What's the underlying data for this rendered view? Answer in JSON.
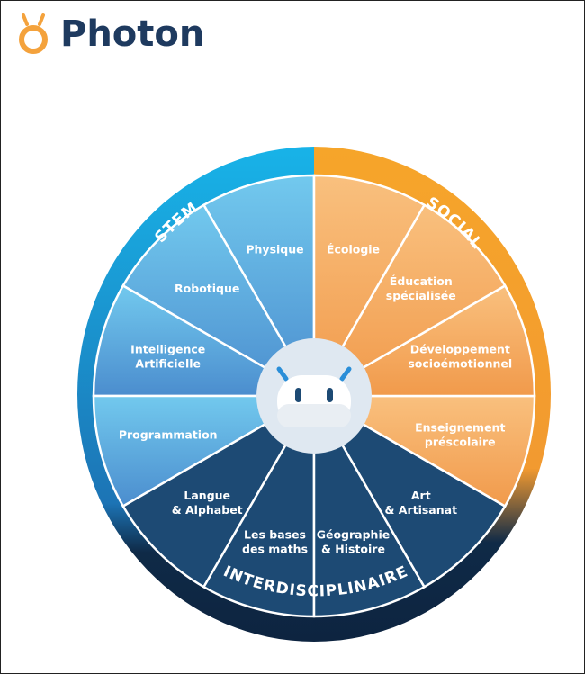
{
  "brand": {
    "name": "Photon",
    "accent": "#f4a23c",
    "dark": "#1e3a5f"
  },
  "ring_labels": {
    "left": "STEM",
    "right": "SOCIAL",
    "bottom": "INTERDISCIPLINAIRE"
  },
  "segments": [
    {
      "lines": [
        "Physique"
      ],
      "group": "stem"
    },
    {
      "lines": [
        "Robotique"
      ],
      "group": "stem"
    },
    {
      "lines": [
        "Intelligence",
        "Artificielle"
      ],
      "group": "stem"
    },
    {
      "lines": [
        "Programmation"
      ],
      "group": "stem"
    },
    {
      "lines": [
        "Langue",
        "& Alphabet"
      ],
      "group": "inter"
    },
    {
      "lines": [
        "Les bases",
        "des maths"
      ],
      "group": "inter"
    },
    {
      "lines": [
        "Géographie",
        "& Histoire"
      ],
      "group": "inter"
    },
    {
      "lines": [
        "Art",
        "& Artisanat"
      ],
      "group": "inter"
    },
    {
      "lines": [
        "Enseignement",
        "préscolaire"
      ],
      "group": "social"
    },
    {
      "lines": [
        "Développement",
        "socioémotionnel"
      ],
      "group": "social"
    },
    {
      "lines": [
        "Éducation",
        "spécialisée"
      ],
      "group": "social"
    },
    {
      "lines": [
        "Écologie"
      ],
      "group": "social"
    }
  ],
  "colors": {
    "stem_light": "#6cc6ec",
    "stem_dark": "#4a8fd0",
    "social_light": "#f9c27f",
    "social_dark": "#f29a4a",
    "inter": "#1d4a74",
    "ring_stem": "#1aa8e0",
    "ring_social": "#f5a623",
    "ring_inter": "#0f2a47"
  }
}
